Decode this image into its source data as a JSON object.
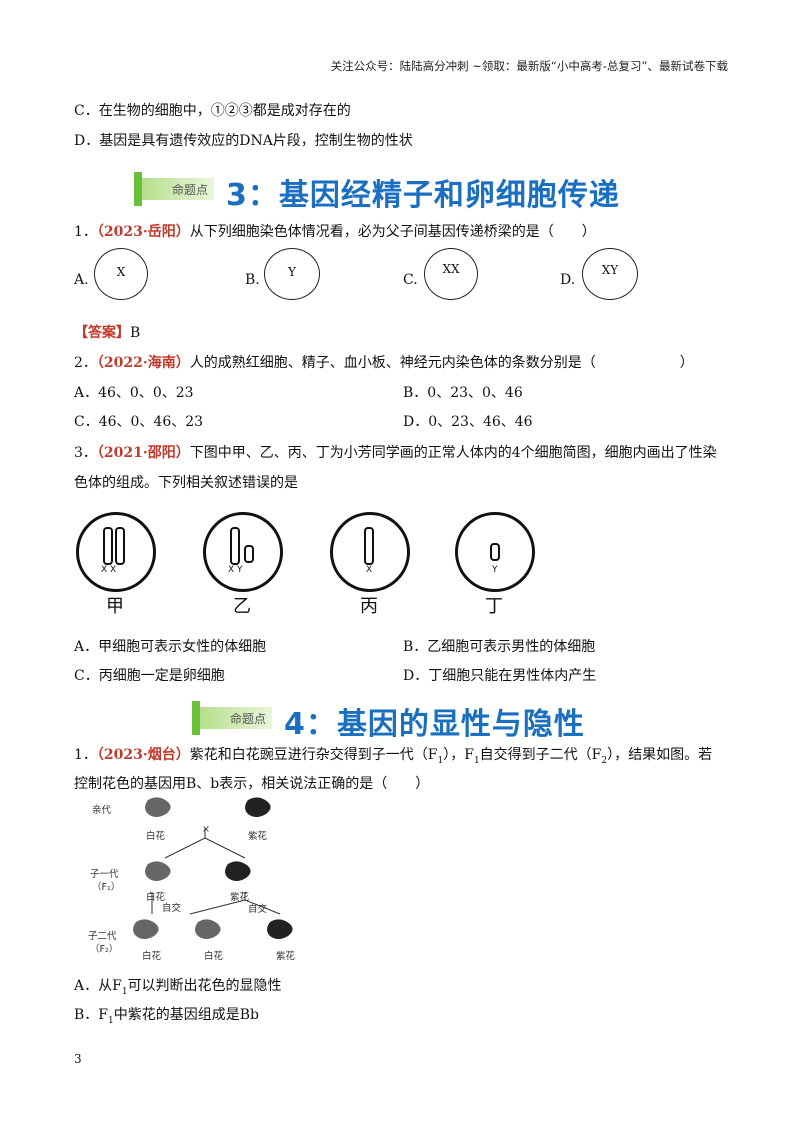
{
  "header": {
    "text": "关注公众号：陆陆高分冲刺 ~领取：最新版“小中高考-总复习”、最新试卷下载"
  },
  "prev": {
    "optC": "C．在生物的细胞中，①②③都是成对存在的",
    "optD": "D．基因是具有遗传效应的DNA片段，控制生物的性状"
  },
  "sec3": {
    "badge": "命题点",
    "title": "3：基因经精子和卵细胞传递"
  },
  "q1": {
    "num": "1．",
    "tag": "（2023·岳阳）",
    "text": "从下列细胞染色体情况看，必为父子间基因传递桥梁的是（　　）",
    "options": [
      {
        "label": "A.",
        "circle": "X"
      },
      {
        "label": "B.",
        "circle": "Y"
      },
      {
        "label": "C.",
        "circle": "XX"
      },
      {
        "label": "D.",
        "circle": "XY"
      }
    ],
    "answer_label": "【答案】",
    "answer": "B"
  },
  "q2": {
    "num": "2．",
    "tag": "（2022·海南）",
    "text": "人的成熟红细胞、精子、血小板、神经元内染色体的条数分别是（　　　　　　）",
    "A": "A．46、0、0、23",
    "B": "B．0、23、0、46",
    "C": "C．46、0、46、23",
    "D": "D．0、23、46、46"
  },
  "q3": {
    "num": "3．",
    "tag": "（2021·邵阳）",
    "text1": "下图中甲、乙、丙、丁为小芳同学画的正常人体内的4个细胞简图，细胞内画出了性染",
    "text2": "色体的组成。下列相关叙述错误的是",
    "cells": [
      {
        "label": "甲",
        "sex": "X X"
      },
      {
        "label": "乙",
        "sex": "X Y"
      },
      {
        "label": "丙",
        "sex": "X"
      },
      {
        "label": "丁",
        "sex": "Y"
      }
    ],
    "A": "A．甲细胞可表示女性的体细胞",
    "B": "B．乙细胞可表示男性的体细胞",
    "C": "C．丙细胞一定是卵细胞",
    "D": "D．丁细胞只能在男性体内产生"
  },
  "sec4": {
    "badge": "命题点",
    "title": "4：基因的显性与隐性"
  },
  "q4": {
    "num": "1．",
    "tag": "（2023·烟台）",
    "text1a": "紫花和白花豌豆进行杂交得到子一代（F",
    "text1b": "），F",
    "text1c": "自交得到子二代（F",
    "text1d": "），结果如图。若",
    "sub1": "1",
    "sub2": "2",
    "text2": "控制花色的基因用B、b表示，相关说法正确的是（　　）",
    "diagram": {
      "parent": "亲代",
      "white": "白花",
      "purple": "紫花",
      "cross": "×",
      "f1": "子一代",
      "f1sym": "（F₁）",
      "f2": "子二代",
      "f2sym": "（F₂）",
      "self": "自交"
    },
    "A_pre": "A．从F",
    "A_post": "可以判断出花色的显隐性",
    "B_pre": "B．F",
    "B_post": "中紫花的基因组成是Bb"
  },
  "page": {
    "number": "3"
  }
}
